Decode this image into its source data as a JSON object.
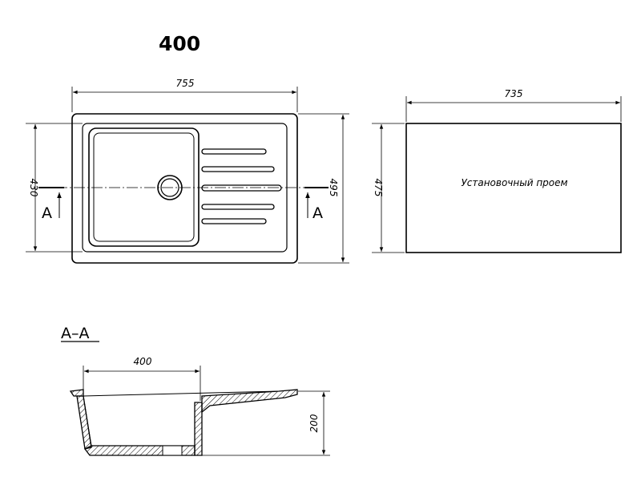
{
  "title": "400",
  "dimensions": {
    "overall_width": "755",
    "cutout_width": "735",
    "bowl_width": "400",
    "inner_height": "430",
    "overall_depth": "495",
    "cutout_depth": "475",
    "bowl_depth": "200"
  },
  "section_marks": {
    "left": "A",
    "right": "A",
    "label": "A–A"
  },
  "cutout_label": "Установочный проем",
  "colors": {
    "line": "#000000",
    "background": "#ffffff"
  }
}
